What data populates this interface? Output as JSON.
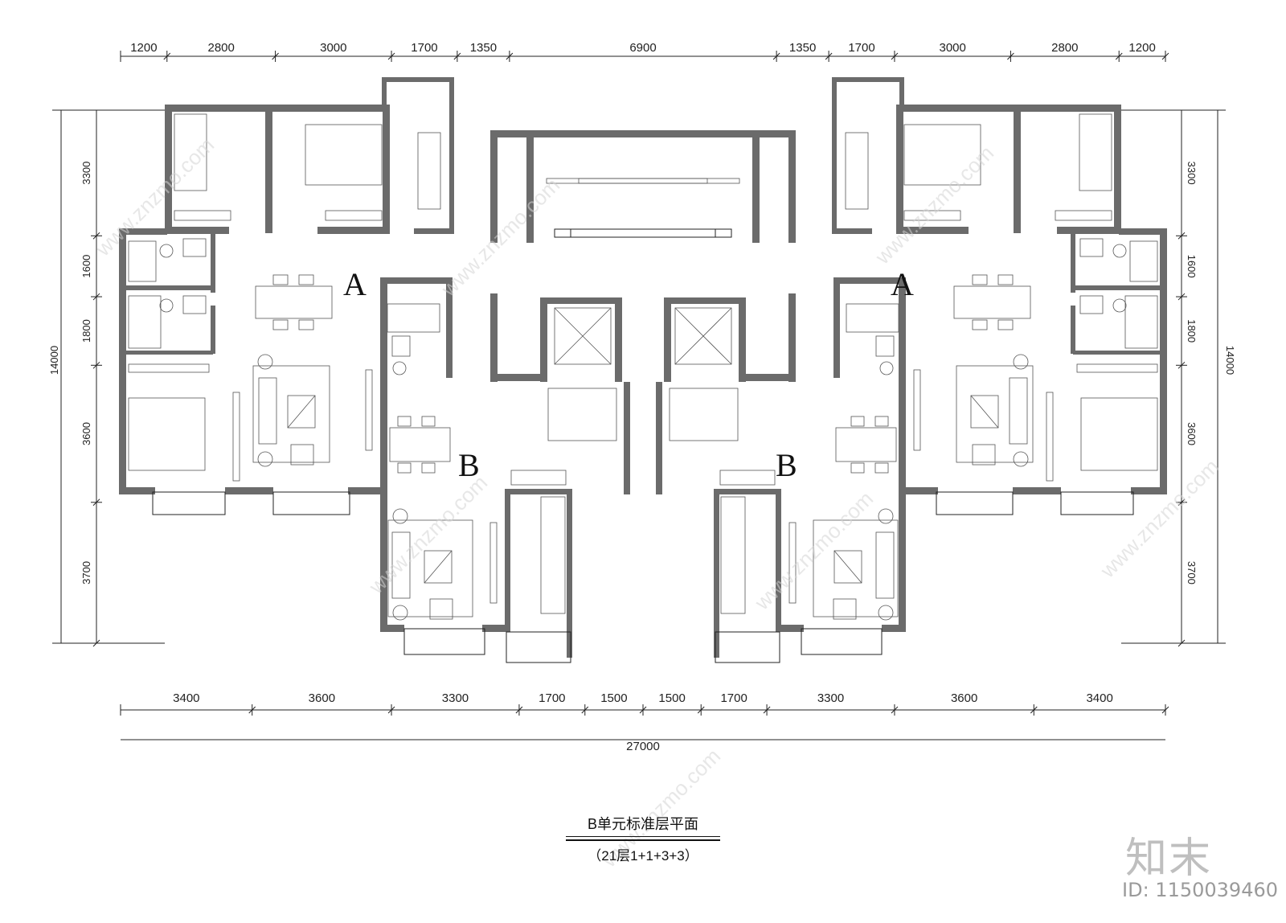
{
  "drawing": {
    "title": "B单元标准层平面",
    "subtitle": "（21层1+1+3+3）",
    "unit_labels": [
      "A",
      "A",
      "B",
      "B"
    ],
    "top_dims": [
      "1200",
      "2800",
      "3000",
      "1700",
      "1350",
      "6900",
      "1350",
      "1700",
      "3000",
      "2800",
      "1200"
    ],
    "bottom_dims": [
      "3400",
      "3600",
      "3300",
      "1700",
      "1500",
      "1500",
      "1700",
      "3300",
      "3600",
      "3400"
    ],
    "total_dim": "27000",
    "left_dims": [
      "3300",
      "1600",
      "1800",
      "3600",
      "3700"
    ],
    "right_dims": [
      "3300",
      "1600",
      "1800",
      "3600",
      "3700"
    ],
    "overall_depth": "14000"
  },
  "watermark": {
    "site": "www.znzmo.com",
    "brand": "知末",
    "id": "ID: 1150039460"
  }
}
